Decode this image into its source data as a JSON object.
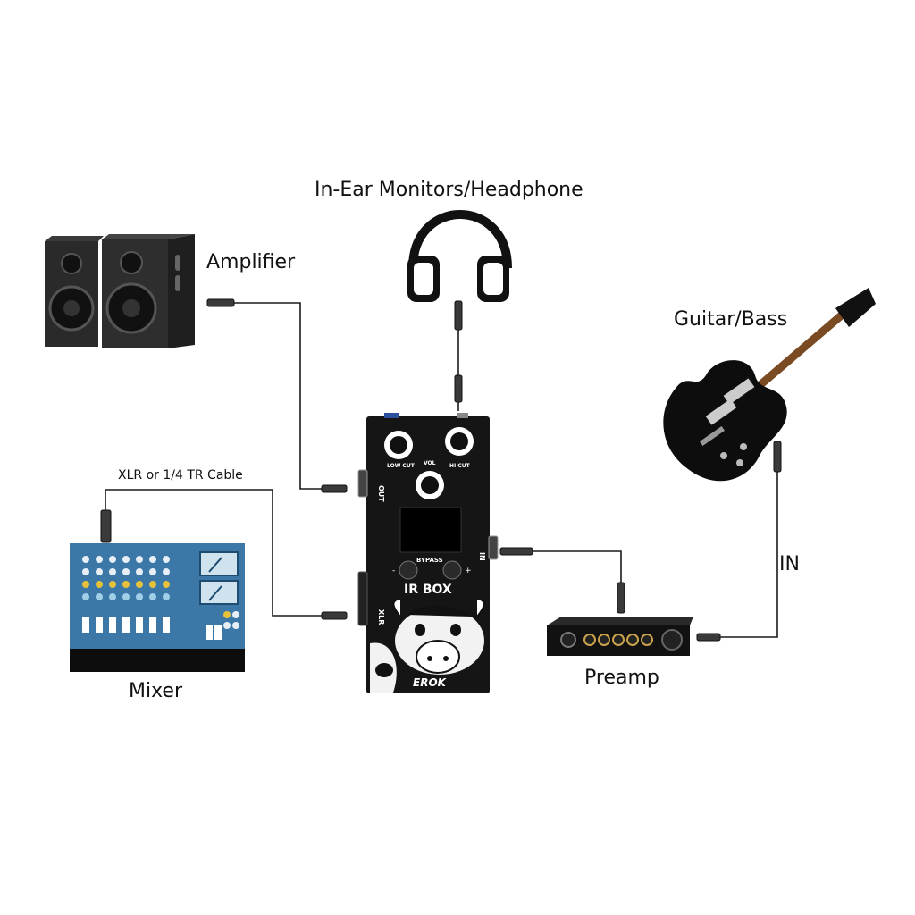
{
  "labels": {
    "headphone": "In-Ear Monitors/Headphone",
    "amplifier": "Amplifier",
    "guitar": "Guitar/Bass",
    "cable": "XLR or 1/4 TR Cable",
    "mixer": "Mixer",
    "preamp": "Preamp",
    "in": "IN"
  },
  "device": {
    "out": "OUT",
    "in": "IN",
    "xlr": "XLR",
    "low_cut": "LOW CUT",
    "vol": "VOL",
    "hi_cut": "HI CUT",
    "bypass": "BYPASS",
    "minus": "-",
    "plus": "+",
    "name": "IR BOX",
    "brand": "EROK"
  },
  "colors": {
    "cable": "#1a1a1a",
    "device_body": "#151515",
    "mixer_blue": "#3b78a8",
    "speaker": "#2a2a2a"
  }
}
